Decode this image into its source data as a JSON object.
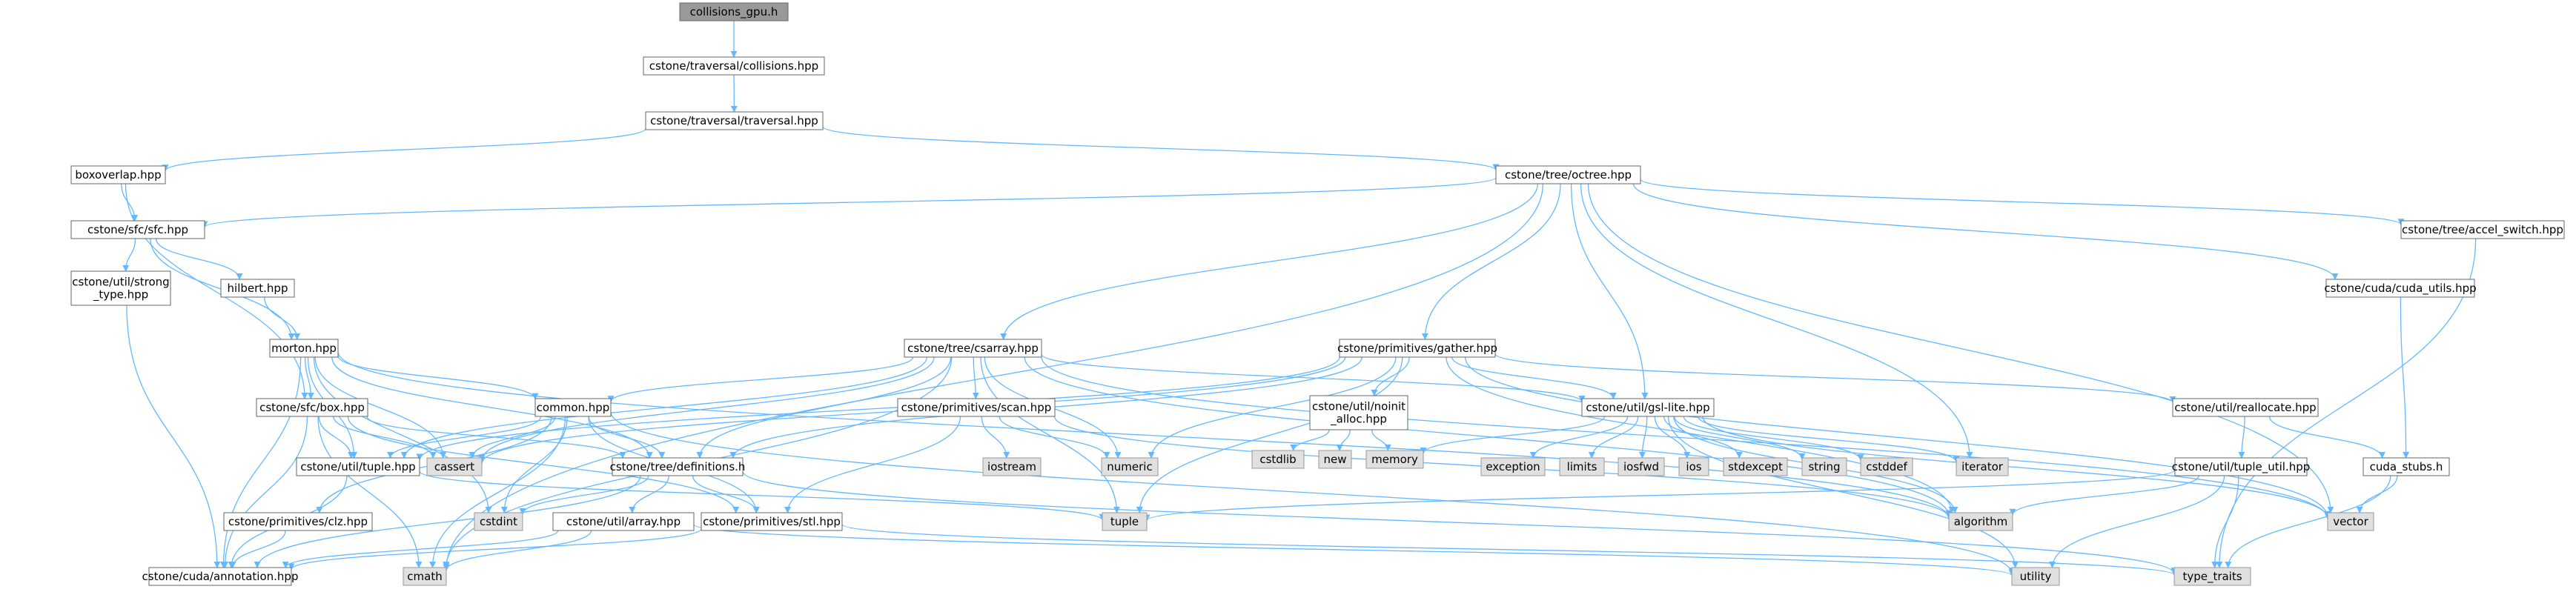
{
  "graph": {
    "colors": {
      "edge": "#63b8ff",
      "node_border": "#666666",
      "node_fill": "#ffffff",
      "root_fill": "#999999",
      "system_fill": "#e0e0e0",
      "system_border": "#999999"
    },
    "nodes": [
      {
        "id": "collisions_gpu",
        "label": "collisions_gpu.h",
        "kind": "root"
      },
      {
        "id": "collisions",
        "label": "cstone/traversal/collisions.hpp",
        "kind": "file"
      },
      {
        "id": "traversal",
        "label": "cstone/traversal/traversal.hpp",
        "kind": "file"
      },
      {
        "id": "boxoverlap",
        "label": "boxoverlap.hpp",
        "kind": "file"
      },
      {
        "id": "octree",
        "label": "cstone/tree/octree.hpp",
        "kind": "file"
      },
      {
        "id": "sfc",
        "label": "cstone/sfc/sfc.hpp",
        "kind": "file"
      },
      {
        "id": "accel_switch",
        "label": "cstone/tree/accel_switch.hpp",
        "kind": "file"
      },
      {
        "id": "strong_type",
        "label": "cstone/util/strong\n_type.hpp",
        "kind": "file"
      },
      {
        "id": "hilbert",
        "label": "hilbert.hpp",
        "kind": "file"
      },
      {
        "id": "cuda_utils",
        "label": "cstone/cuda/cuda_utils.hpp",
        "kind": "file"
      },
      {
        "id": "morton",
        "label": "morton.hpp",
        "kind": "file"
      },
      {
        "id": "csarray",
        "label": "cstone/tree/csarray.hpp",
        "kind": "file"
      },
      {
        "id": "gather",
        "label": "cstone/primitives/gather.hpp",
        "kind": "file"
      },
      {
        "id": "box",
        "label": "cstone/sfc/box.hpp",
        "kind": "file"
      },
      {
        "id": "common",
        "label": "common.hpp",
        "kind": "file"
      },
      {
        "id": "scan",
        "label": "cstone/primitives/scan.hpp",
        "kind": "file"
      },
      {
        "id": "noinit",
        "label": "cstone/util/noinit\n_alloc.hpp",
        "kind": "file"
      },
      {
        "id": "gsl",
        "label": "cstone/util/gsl-lite.hpp",
        "kind": "file"
      },
      {
        "id": "reallocate",
        "label": "cstone/util/reallocate.hpp",
        "kind": "file"
      },
      {
        "id": "cstdlib",
        "label": "cstdlib",
        "kind": "system"
      },
      {
        "id": "new",
        "label": "new",
        "kind": "system"
      },
      {
        "id": "memory",
        "label": "memory",
        "kind": "system"
      },
      {
        "id": "exception",
        "label": "exception",
        "kind": "system"
      },
      {
        "id": "limits",
        "label": "limits",
        "kind": "system"
      },
      {
        "id": "iosfwd",
        "label": "iosfwd",
        "kind": "system"
      },
      {
        "id": "ios",
        "label": "ios",
        "kind": "system"
      },
      {
        "id": "stdexcept",
        "label": "stdexcept",
        "kind": "system"
      },
      {
        "id": "string",
        "label": "string",
        "kind": "system"
      },
      {
        "id": "cstddef",
        "label": "cstddef",
        "kind": "system"
      },
      {
        "id": "iterator",
        "label": "iterator",
        "kind": "system"
      },
      {
        "id": "iostream",
        "label": "iostream",
        "kind": "system"
      },
      {
        "id": "numeric",
        "label": "numeric",
        "kind": "system"
      },
      {
        "id": "cassert",
        "label": "cassert",
        "kind": "system"
      },
      {
        "id": "tuple_util",
        "label": "cstone/util/tuple_util.hpp",
        "kind": "file"
      },
      {
        "id": "cuda_stubs",
        "label": "cuda_stubs.h",
        "kind": "file"
      },
      {
        "id": "tuplehpp",
        "label": "cstone/util/tuple.hpp",
        "kind": "file"
      },
      {
        "id": "definitions",
        "label": "cstone/tree/definitions.h",
        "kind": "file"
      },
      {
        "id": "vector",
        "label": "vector",
        "kind": "system"
      },
      {
        "id": "algorithm",
        "label": "algorithm",
        "kind": "system"
      },
      {
        "id": "cstdint",
        "label": "cstdint",
        "kind": "system"
      },
      {
        "id": "clz",
        "label": "cstone/primitives/clz.hpp",
        "kind": "file"
      },
      {
        "id": "array",
        "label": "cstone/util/array.hpp",
        "kind": "file"
      },
      {
        "id": "stl",
        "label": "cstone/primitives/stl.hpp",
        "kind": "file"
      },
      {
        "id": "tuple",
        "label": "tuple",
        "kind": "system"
      },
      {
        "id": "annotation",
        "label": "cstone/cuda/annotation.hpp",
        "kind": "file"
      },
      {
        "id": "cmath",
        "label": "cmath",
        "kind": "system"
      },
      {
        "id": "utility",
        "label": "utility",
        "kind": "system"
      },
      {
        "id": "type_traits",
        "label": "type_traits",
        "kind": "system"
      }
    ],
    "edges": [
      [
        "collisions_gpu",
        "collisions"
      ],
      [
        "collisions",
        "traversal"
      ],
      [
        "traversal",
        "boxoverlap"
      ],
      [
        "traversal",
        "octree"
      ],
      [
        "boxoverlap",
        "sfc"
      ],
      [
        "boxoverlap",
        "box"
      ],
      [
        "octree",
        "sfc"
      ],
      [
        "octree",
        "accel_switch"
      ],
      [
        "octree",
        "cuda_utils"
      ],
      [
        "octree",
        "csarray"
      ],
      [
        "octree",
        "gather"
      ],
      [
        "octree",
        "gsl"
      ],
      [
        "octree",
        "iterator"
      ],
      [
        "octree",
        "vector"
      ],
      [
        "octree",
        "cmath"
      ],
      [
        "sfc",
        "strong_type"
      ],
      [
        "sfc",
        "hilbert"
      ],
      [
        "sfc",
        "morton"
      ],
      [
        "strong_type",
        "annotation"
      ],
      [
        "hilbert",
        "morton"
      ],
      [
        "accel_switch",
        "type_traits"
      ],
      [
        "cuda_utils",
        "cuda_stubs"
      ],
      [
        "morton",
        "box"
      ],
      [
        "morton",
        "common"
      ],
      [
        "morton",
        "cassert"
      ],
      [
        "morton",
        "tuplehpp"
      ],
      [
        "morton",
        "annotation"
      ],
      [
        "morton",
        "cstdint"
      ],
      [
        "morton",
        "definitions"
      ],
      [
        "morton",
        "algorithm"
      ],
      [
        "csarray",
        "scan"
      ],
      [
        "csarray",
        "gsl"
      ],
      [
        "csarray",
        "common"
      ],
      [
        "csarray",
        "definitions"
      ],
      [
        "csarray",
        "tuplehpp"
      ],
      [
        "csarray",
        "cassert"
      ],
      [
        "csarray",
        "numeric"
      ],
      [
        "csarray",
        "tuple"
      ],
      [
        "csarray",
        "algorithm"
      ],
      [
        "csarray",
        "vector"
      ],
      [
        "csarray",
        "cmath"
      ],
      [
        "gather",
        "noinit"
      ],
      [
        "gather",
        "gsl"
      ],
      [
        "gather",
        "reallocate"
      ],
      [
        "gather",
        "definitions"
      ],
      [
        "gather",
        "tuplehpp"
      ],
      [
        "gather",
        "numeric"
      ],
      [
        "gather",
        "tuple"
      ],
      [
        "gather",
        "algorithm"
      ],
      [
        "gather",
        "vector"
      ],
      [
        "gather",
        "cassert"
      ],
      [
        "box",
        "tuplehpp"
      ],
      [
        "box",
        "cassert"
      ],
      [
        "box",
        "definitions"
      ],
      [
        "box",
        "annotation"
      ],
      [
        "box",
        "stl"
      ],
      [
        "box",
        "cmath"
      ],
      [
        "common",
        "definitions"
      ],
      [
        "common",
        "clz"
      ],
      [
        "common",
        "stl"
      ],
      [
        "common",
        "cassert"
      ],
      [
        "common",
        "cstdint"
      ],
      [
        "common",
        "tuplehpp"
      ],
      [
        "common",
        "cmath"
      ],
      [
        "common",
        "utility"
      ],
      [
        "scan",
        "iostream"
      ],
      [
        "scan",
        "numeric"
      ],
      [
        "scan",
        "stl"
      ],
      [
        "scan",
        "algorithm"
      ],
      [
        "noinit",
        "cstdlib"
      ],
      [
        "noinit",
        "new"
      ],
      [
        "noinit",
        "memory"
      ],
      [
        "gsl",
        "memory"
      ],
      [
        "gsl",
        "exception"
      ],
      [
        "gsl",
        "limits"
      ],
      [
        "gsl",
        "iosfwd"
      ],
      [
        "gsl",
        "ios"
      ],
      [
        "gsl",
        "stdexcept"
      ],
      [
        "gsl",
        "string"
      ],
      [
        "gsl",
        "cstddef"
      ],
      [
        "gsl",
        "iterator"
      ],
      [
        "gsl",
        "algorithm"
      ],
      [
        "gsl",
        "vector"
      ],
      [
        "gsl",
        "utility"
      ],
      [
        "reallocate",
        "cuda_stubs"
      ],
      [
        "reallocate",
        "tuple_util"
      ],
      [
        "tuple_util",
        "tuple"
      ],
      [
        "tuple_util",
        "algorithm"
      ],
      [
        "tuple_util",
        "type_traits"
      ],
      [
        "tuple_util",
        "utility"
      ],
      [
        "cuda_stubs",
        "vector"
      ],
      [
        "cuda_stubs",
        "type_traits"
      ],
      [
        "tuplehpp",
        "annotation"
      ],
      [
        "tuplehpp",
        "tuple"
      ],
      [
        "definitions",
        "cstdint"
      ],
      [
        "definitions",
        "array"
      ],
      [
        "definitions",
        "stl"
      ],
      [
        "definitions",
        "type_traits"
      ],
      [
        "definitions",
        "annotation"
      ],
      [
        "clz",
        "annotation"
      ],
      [
        "array",
        "annotation"
      ],
      [
        "array",
        "cmath"
      ],
      [
        "array",
        "utility"
      ],
      [
        "stl",
        "annotation"
      ],
      [
        "stl",
        "type_traits"
      ]
    ]
  }
}
